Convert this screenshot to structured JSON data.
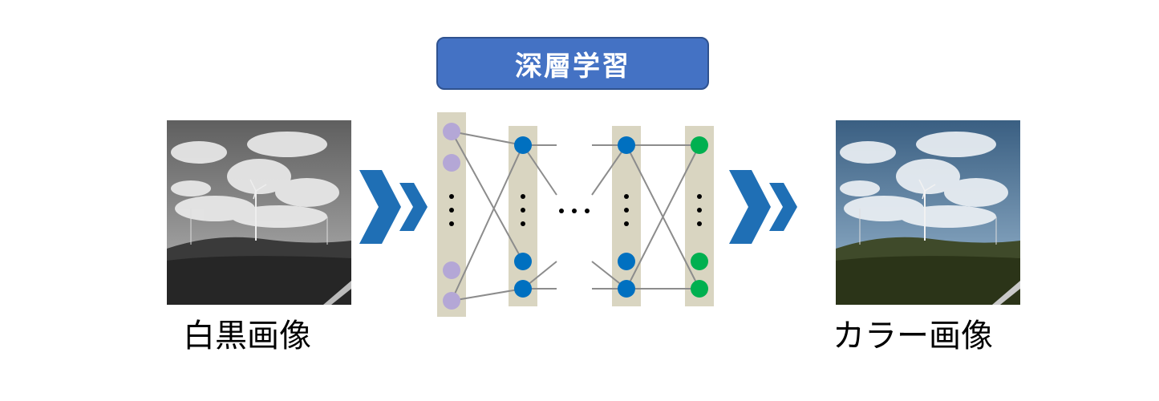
{
  "title": "深層学習",
  "input_label": "白黒画像",
  "output_label": "カラー画像",
  "colors": {
    "title_fill": "#4472c4",
    "column_fill": "#d9d5c1",
    "input_node": "#b4a7d6",
    "hidden_node": "#0070c0",
    "output_node": "#00b050",
    "arrow": "#1f6fb5",
    "edge": "#8c8c8c"
  }
}
